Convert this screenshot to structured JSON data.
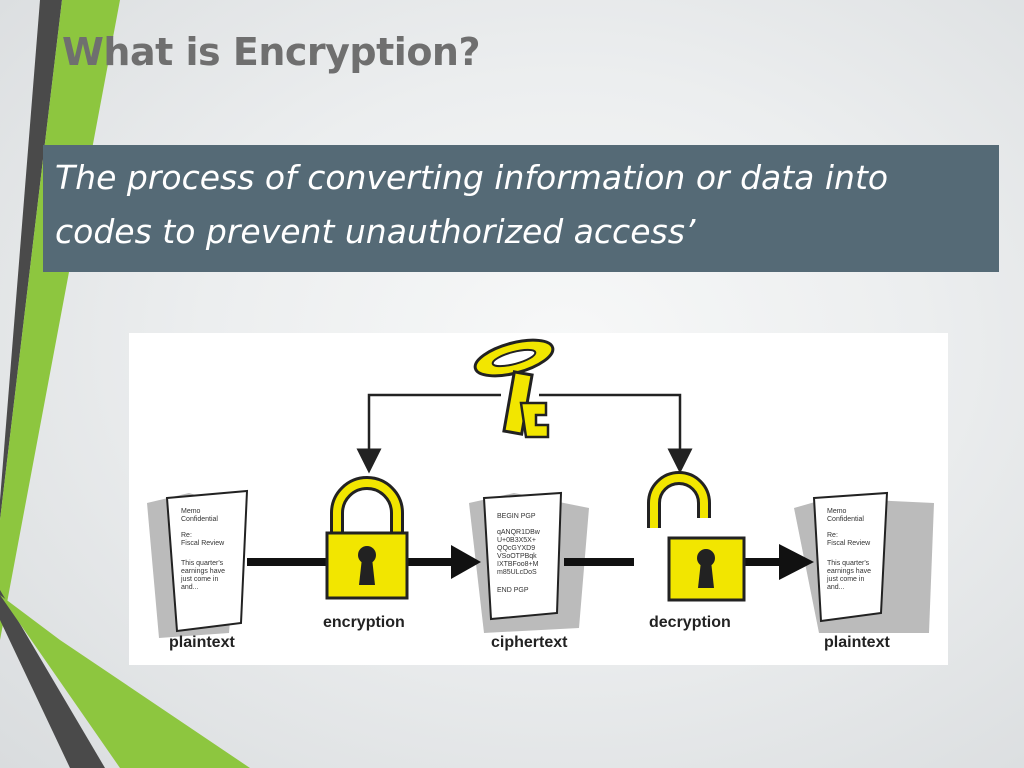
{
  "slide": {
    "title": "What is Encryption?",
    "definition_line1": "The process of converting information or data into",
    "definition_line2": "codes to prevent unauthorized access’"
  },
  "colors": {
    "accent_green": "#8dc63f",
    "stripe_dark": "#4a4a4a",
    "definition_box": "#556a76",
    "key_lock_yellow": "#f2e600"
  },
  "diagram": {
    "labels": {
      "plaintext_left": "plaintext",
      "encryption": "encryption",
      "ciphertext": "ciphertext",
      "decryption": "decryption",
      "plaintext_right": "plaintext"
    },
    "docs": {
      "plain_left": [
        "Memo",
        "Confidential",
        "",
        "Re:",
        "Fiscal Review",
        "",
        "This quarter's",
        "earnings have",
        "just come in",
        "and..."
      ],
      "cipher": [
        "BEGIN PGP",
        "",
        "qANQR1DBw",
        "U+0B3X5X+",
        "QQcGYXD9",
        "VSoOTPBqk",
        "IXTBFoo8+M",
        "m85ULcDoS",
        "",
        "END PGP"
      ],
      "plain_right": [
        "Memo",
        "Confidential",
        "",
        "Re:",
        "Fiscal Review",
        "",
        "This quarter's",
        "earnings have",
        "just come in",
        "and..."
      ]
    }
  }
}
